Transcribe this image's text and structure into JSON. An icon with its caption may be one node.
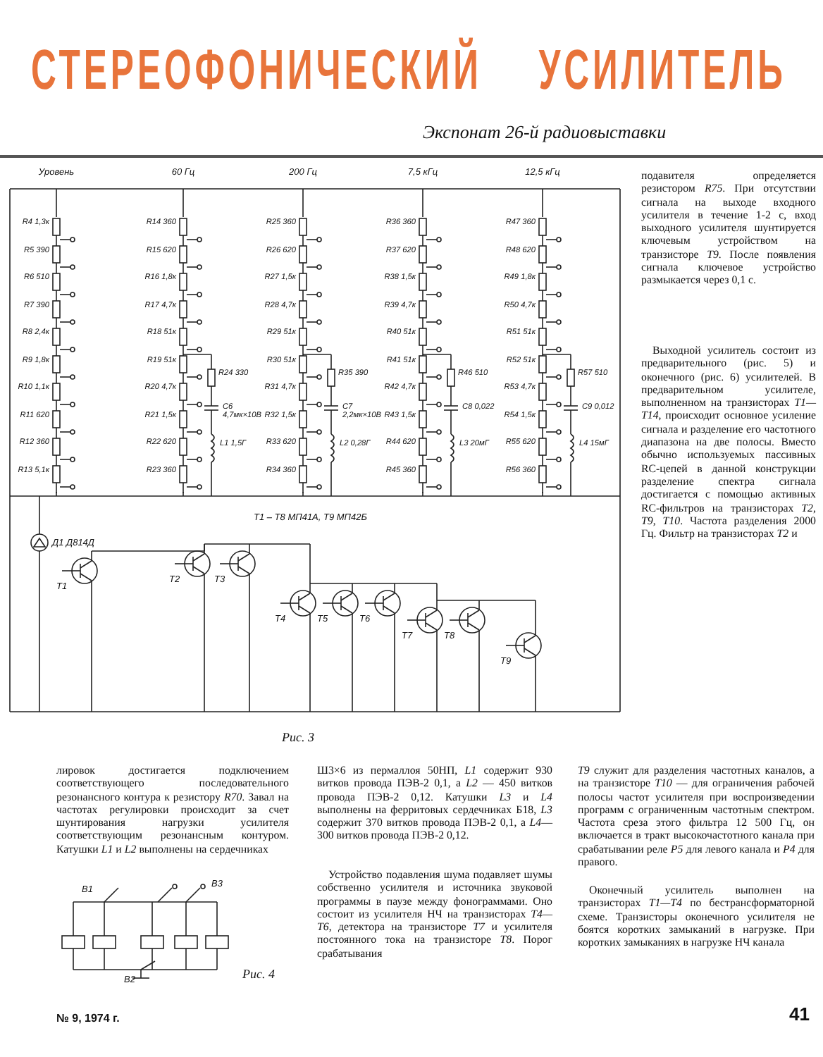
{
  "diagram": {
    "title": "СТЕРЕОФОНИЧЕСКИЙ УСИЛИТЕЛЬ",
    "labels": [
      "Экспонат 26-й радиовыставки",
      "Уровень",
      "60 Гц",
      "200 Гц",
      "7,5 кГц",
      "12,5 кГц",
      "R4 1,3к",
      "R5 390",
      "R6 510",
      "R7 390",
      "R8 2,4к",
      "R9 1,8к",
      "R10 1,1к",
      "R11 620",
      "R12 360",
      "R13 5,1к",
      "R14 360",
      "R15 620",
      "R16 1,8к",
      "R17 4,7к",
      "R18 51к",
      "R19 51к",
      "R20 4,7к",
      "R21 1,5к",
      "R22 620",
      "R23 360",
      "R24 330",
      "C6 4,7мк×10В",
      "L1 1,5Г",
      "R25 360",
      "R26 620",
      "R27 1,5к",
      "R28 4,7к",
      "R29 51к",
      "R30 51к",
      "R31 4,7к",
      "R32 1,5к",
      "R33 620",
      "R34 360",
      "R35 390",
      "C7 2,2мк×10В",
      "L2 0,28Г",
      "R36 360",
      "R37 620",
      "R38 1,5к",
      "R39 4,7к",
      "R40 51к",
      "R41 51к",
      "R42 4,7к",
      "R43 1,5к",
      "R44 620",
      "R45 360",
      "R46 510",
      "C8 0,022",
      "L3 20мГ",
      "R47 360",
      "R48 620",
      "R49 1,8к",
      "R50 4,7к",
      "R51 51к",
      "R52 51к",
      "R53 4,7к",
      "R54 1,5к",
      "R55 620",
      "R56 360",
      "R57 510",
      "C9 0,012",
      "L4 15мГ",
      "T1 – T8 МП41А, T9 МП42Б",
      "Д1 Д814Д",
      "T1",
      "T2",
      "T3",
      "T4",
      "T5",
      "T6",
      "T7",
      "T8",
      "T9",
      "Рис. 3",
      "подавителя определяется резистором *R75*. При отсутствии сигнала на выходе входного усилителя в течение 1-2 с, вход выходного усилителя шунтируется ключевым устройством на транзисторе *T9*. После появления сигнала ключевое устройство размыкается через 0,1 с.",
      "Выходной усилитель состоит из предварительного (рис. 5) и оконечного (рис. 6) усилителей. В предварительном усилителе, выполненном на транзисторах *T1—T14*, происходит основное усиление сигнала и разделение его частотного диапазона на две полосы. Вместо обычно используемых пассивных RC-цепей в данной конструкции разделение спектра сигнала достигается с помощью активных RC-фильтров на транзисторах *T2*, *T9*, *T10*. Частота разделения 2000 Гц. Фильтр на транзисторах *T2* и",
      "лировок достигается подключением соответствующего последовательного резонансного контура к резистору *R70*. Завал на частотах регулировки происходит за счет шунтирования нагрузки усилителя соответствующим резонансным контуром. Катушки *L1* и *L2* выполнены на сердечниках",
      "B1",
      "B2",
      "B3",
      "Рис. 4",
      "Ш3×6 из пермаллоя 50НП, *L1* содержит 930 витков провода ПЭВ-2 0,1, а *L2* — 450 витков провода ПЭВ-2 0,12. Катушки *L3* и *L4* выполнены на ферритовых сердечниках Б18, *L3* содержит 370 витков провода ПЭВ-2 0,1, а *L4*—300 витков провода ПЭВ-2 0,12.",
      "Устройство подавления шума подавляет шумы собственно усилителя и источника звуковой программы в паузе между фонограммами. Оно состоит из усилителя НЧ на транзисторах *T4—T6*, детектора на транзисторе *T7* и усилителя постоянного тока на транзисторе *T8*. Порог срабатывания",
      "*T9* служит для разделения частотных каналов, а на транзисторе *T10* — для ограничения рабочей полосы частот усилителя при воспроизведении программ с ограниченным частотным спектром. Частота среза этого фильтра 12 500 Гц, он включается в тракт высокочастотного канала при срабатывании реле *P5* для левого канала и *P4* для правого.",
      "Оконечный усилитель выполнен на транзисторах *T1—T4* по бестрансформаторной схеме. Транзисторы оконечного усилителя не боятся коротких замыканий в нагрузке. При коротких замыканиях в нагрузке НЧ канала",
      "№ 9, 1974 г.",
      "41"
    ]
  }
}
